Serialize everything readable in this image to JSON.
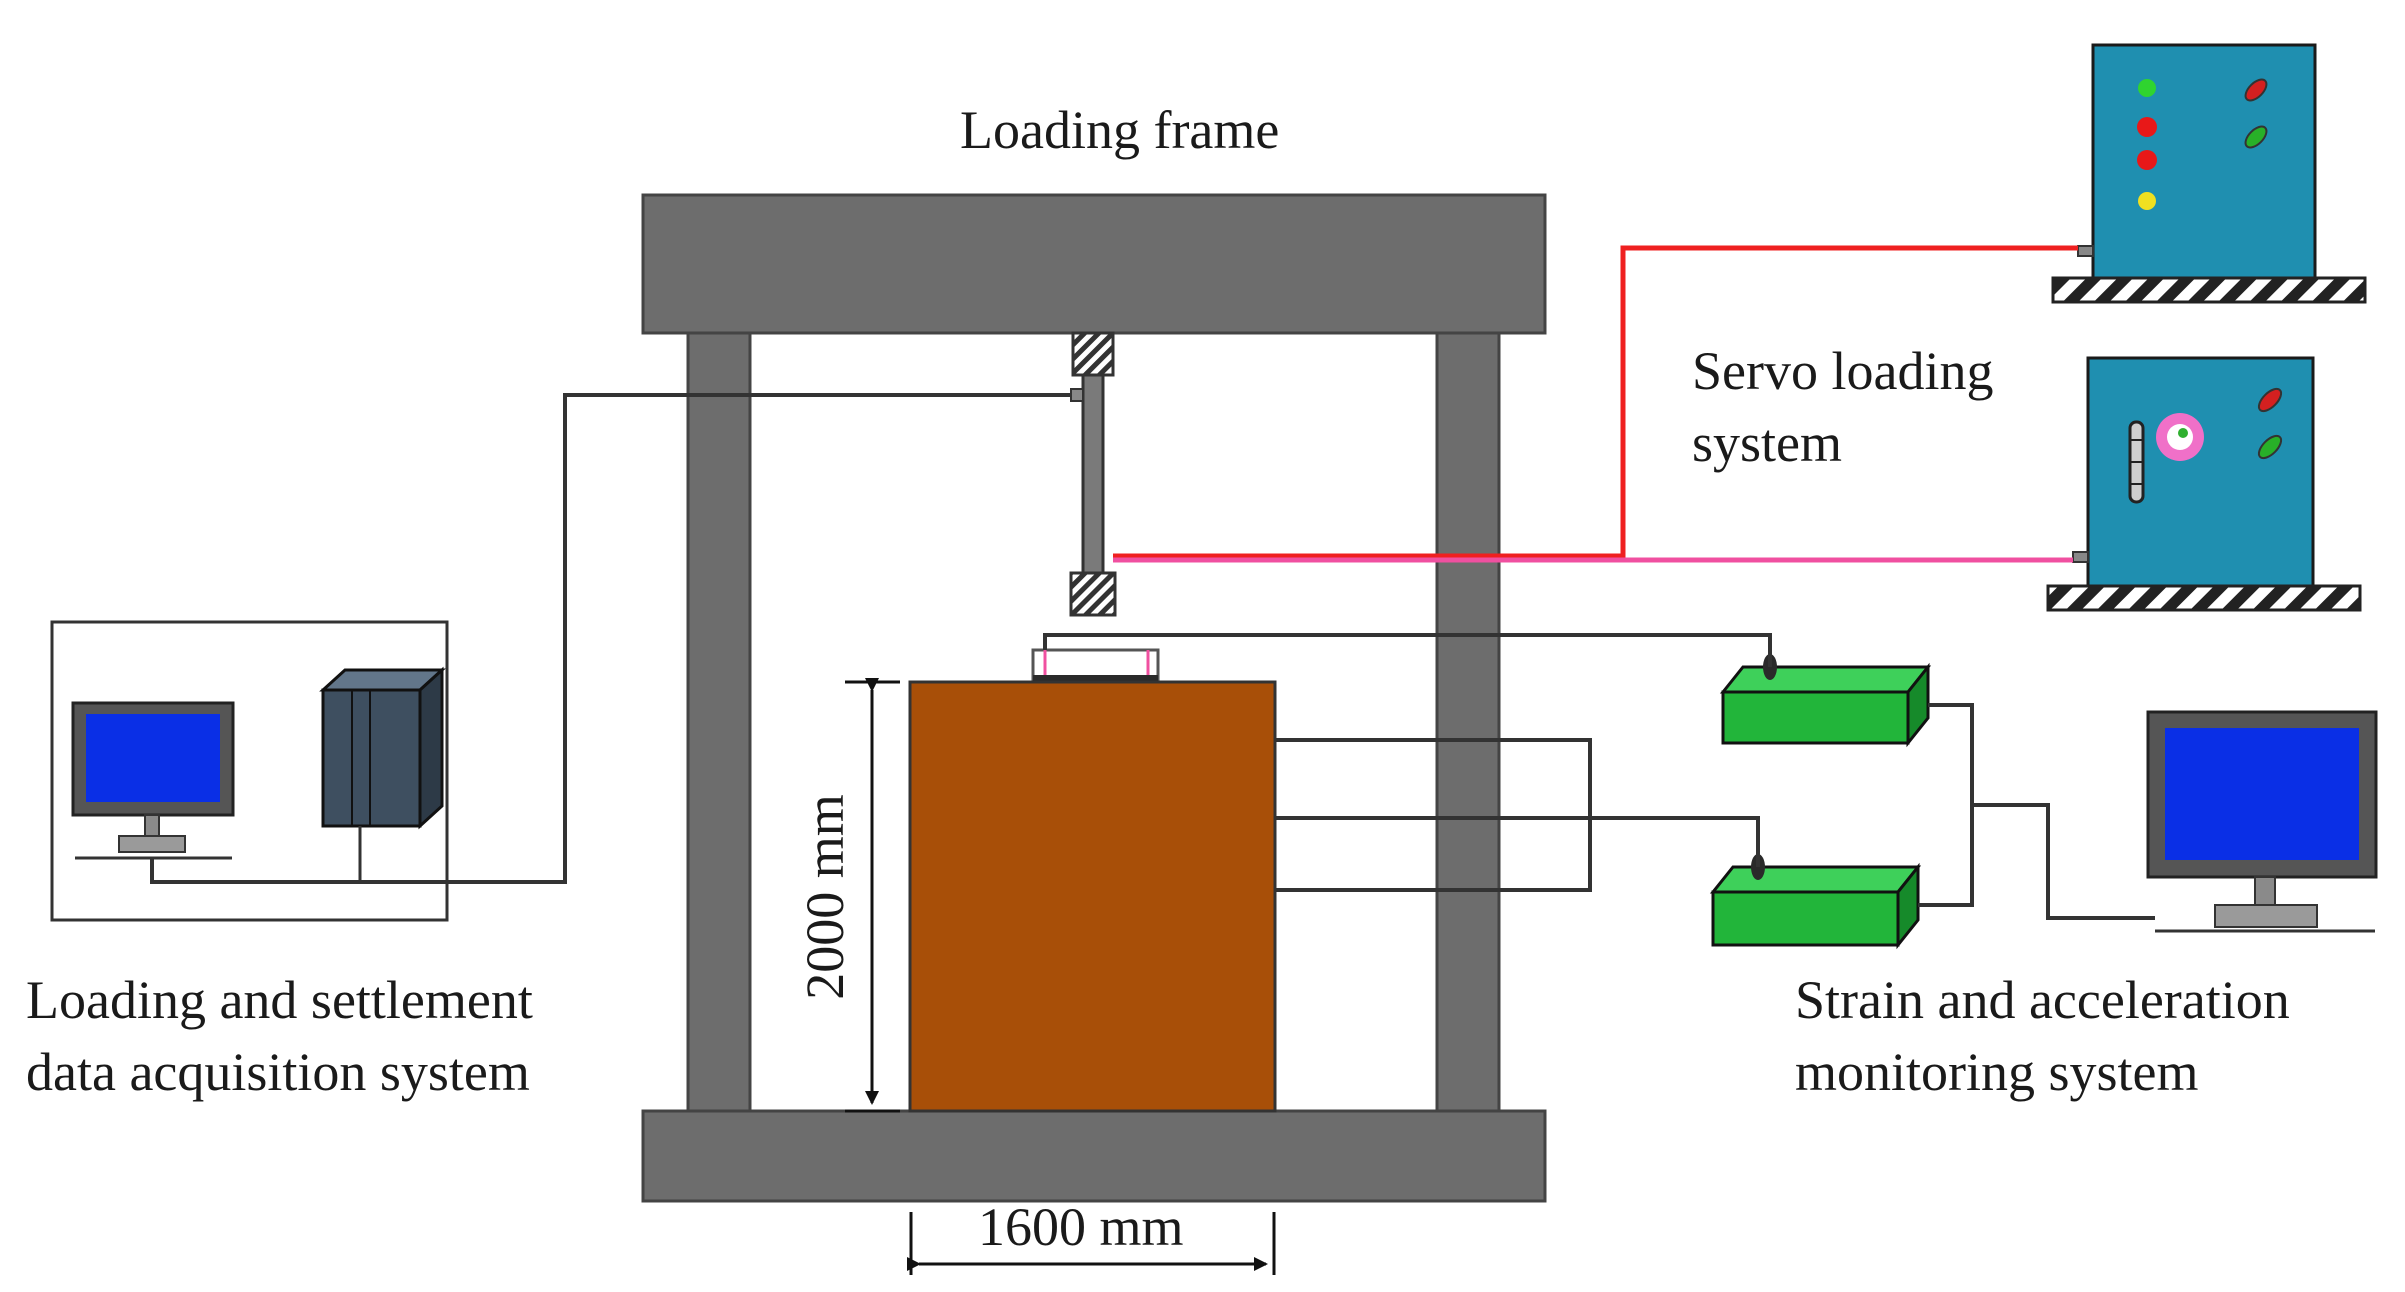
{
  "labels": {
    "loading_frame": "Loading frame",
    "servo_line1": "Servo loading",
    "servo_line2": "system",
    "daq_line1": "Loading and settlement",
    "daq_line2": "data acquisition system",
    "monitor_line1": "Strain and acceleration",
    "monitor_line2": "monitoring system",
    "height_dim": "2000 mm",
    "width_dim": "1600 mm"
  },
  "colors": {
    "frame": "#6d6d6d",
    "specimen": "#a84f08",
    "cabinet": "#1f8fb0",
    "screen": "#0a2fe6",
    "recorder": "#22b53a",
    "red_line": "#ef2020",
    "pink_line": "#f050a0",
    "wire": "#333333"
  },
  "icons": [
    "loading-frame",
    "actuator",
    "servo-cabinet-top",
    "servo-cabinet-bottom",
    "daq-computer",
    "daq-unit",
    "strain-recorder-top",
    "strain-recorder-bottom",
    "monitoring-computer",
    "soil-specimen"
  ]
}
